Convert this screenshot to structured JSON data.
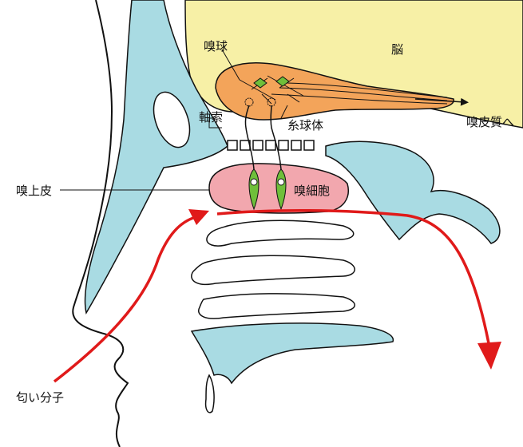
{
  "labels": {
    "brain": "脳",
    "olfactory_bulb": "嗅球",
    "axon": "軸索",
    "glomerulus": "糸球体",
    "olfactory_cortex": "嗅皮質へ",
    "olfactory_epithelium": "嗅上皮",
    "olfactory_cell": "嗅細胞",
    "odor_molecule": "匂い分子"
  },
  "colors": {
    "brain": "#f7f0a6",
    "bone": "#a9dbe3",
    "bulb": "#f3a45a",
    "epithelium": "#f2a7ae",
    "arrow": "#e01a1a",
    "cell": "#6fbf3a",
    "outline": "#111111"
  }
}
